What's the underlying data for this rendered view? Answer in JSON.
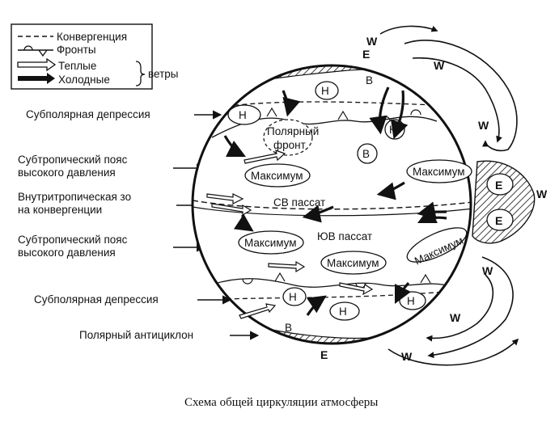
{
  "caption": "Схема общей циркуляции атмосферы",
  "legend": {
    "items": [
      {
        "label": "Конвергенция"
      },
      {
        "label": "Фронты"
      },
      {
        "label": "Теплые"
      },
      {
        "label": "Холодные"
      }
    ],
    "group_label": "ветры"
  },
  "zones": [
    {
      "label": "Субполярная депрессия"
    },
    {
      "label": "Субтропический пояс",
      "label2": "высокого давления"
    },
    {
      "label": "Внутритропическая зо",
      "label2": "на конвергенции"
    },
    {
      "label": "Субтропический пояс",
      "label2": "высокого давления"
    },
    {
      "label": "Субполярная депрессия"
    },
    {
      "label": "Полярный антициклон"
    }
  ],
  "globe_labels": {
    "low": "Н",
    "high": "В",
    "easterly": "E",
    "westerly": "W",
    "polar_front_1": "Полярный",
    "polar_front_2": "фронт",
    "maximum": "Максимум",
    "ne_trade": "СВ пассат",
    "se_trade": "ЮВ пассат"
  }
}
